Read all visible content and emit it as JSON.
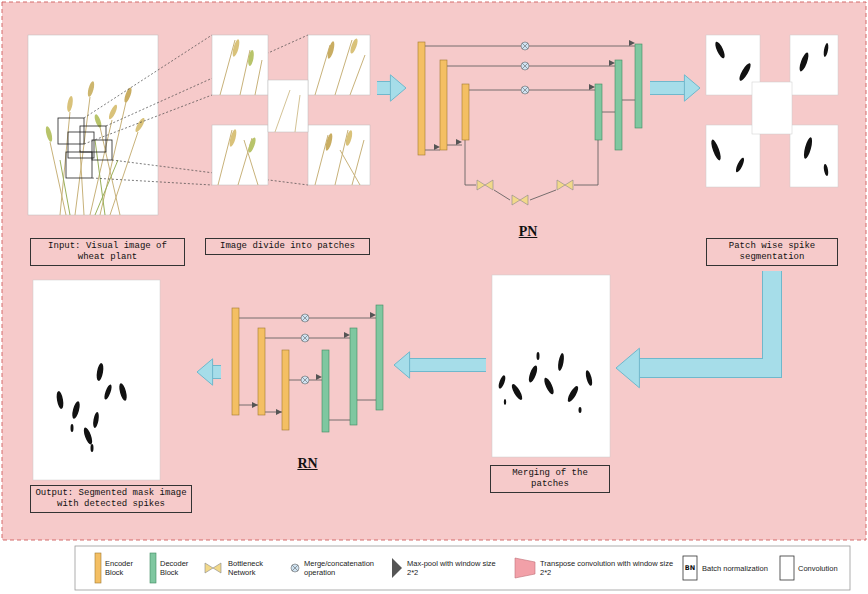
{
  "diagram": {
    "nodes": [
      {
        "text": [
          "Input: Visual image of wheat plant"
        ]
      },
      {
        "text": [
          "Image divide into patches"
        ]
      },
      {
        "text": [
          "PN"
        ]
      },
      {
        "text": [
          "Patch wise spike segmentation"
        ]
      },
      {
        "text": [
          "Merging of the patches"
        ]
      },
      {
        "text": [
          "RN"
        ]
      },
      {
        "text": [
          "Output: Segmented mask image with detected spikes"
        ]
      }
    ],
    "edges": [
      {
        "from": 1,
        "to": 2,
        "arrow": "to"
      },
      {
        "from": 2,
        "to": 3,
        "arrow": "to"
      },
      {
        "from": 3,
        "to": 4,
        "arrow": "to"
      },
      {
        "from": 4,
        "to": 5,
        "arrow": "to"
      },
      {
        "from": 5,
        "to": 6,
        "arrow": "to"
      }
    ],
    "labels": [
      "BN"
    ],
    "legend": [
      {
        "text": "Encoder Block"
      },
      {
        "text": "Decoder Block"
      },
      {
        "text": "Bottleneck Network"
      },
      {
        "text": "Merge/concatenation operation"
      },
      {
        "text": "Max-pool with window size 2*2"
      },
      {
        "text": "Transpose convolution with window size 2*2"
      },
      {
        "text": "Batch normalization"
      },
      {
        "text": "Convolution"
      }
    ]
  }
}
